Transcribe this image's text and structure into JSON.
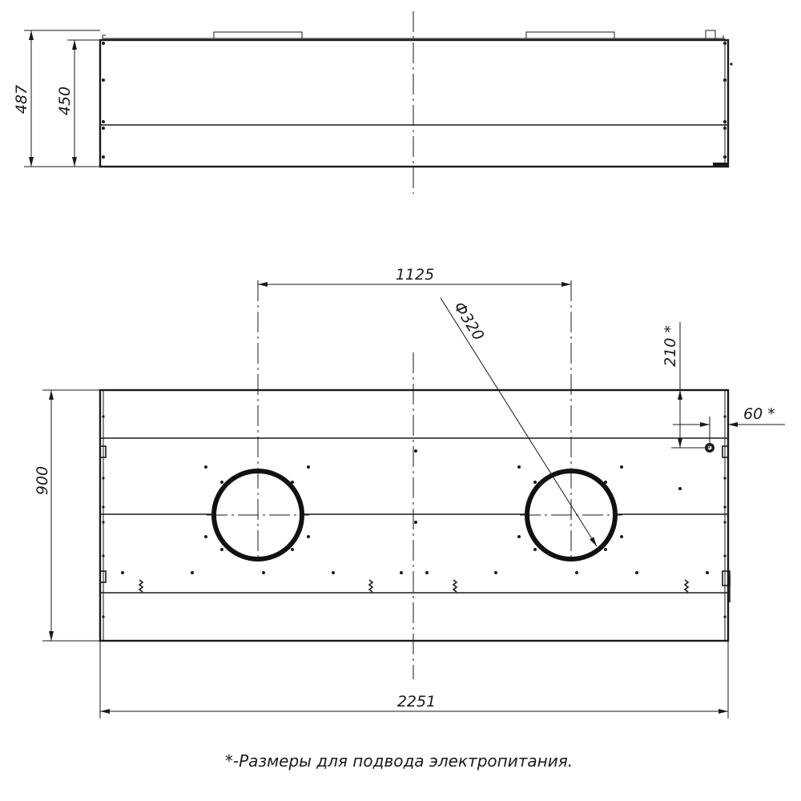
{
  "side_view": {
    "dim_overall": "487",
    "dim_body": "450"
  },
  "plan_view": {
    "dim_spacing": "1125",
    "dim_diameter": "Ф320",
    "dim_power_y": "210 *",
    "dim_power_x": "60 *",
    "dim_depth": "900",
    "dim_length": "2251"
  },
  "footnote": "*-Размеры для подвода электропитания."
}
